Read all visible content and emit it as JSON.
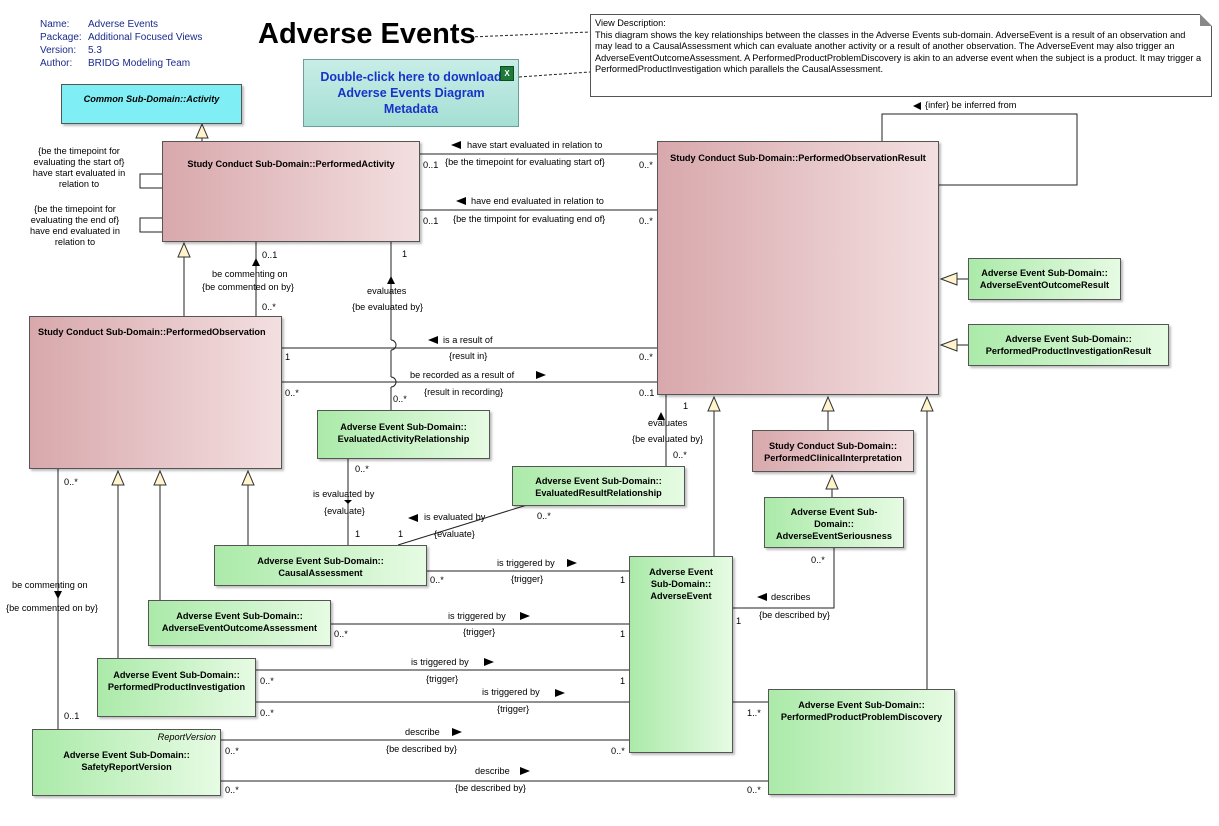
{
  "meta": {
    "name_key": "Name:",
    "name": "Adverse Events",
    "package_key": "Package:",
    "package": "Additional Focused Views",
    "version_key": "Version:",
    "version": "5.3",
    "author_key": "Author:",
    "author": "BRIDG Modeling Team"
  },
  "title": "Adverse Events",
  "download": {
    "lines": [
      "Double-click here to download",
      "Adverse Events Diagram",
      "Metadata"
    ],
    "icon": "excel-icon"
  },
  "note": {
    "heading": "View Description:",
    "text": "This diagram shows the key relationships between the classes in the Adverse Events sub-domain.  AdverseEvent is a result of an observation and may lead to a CausalAssessment which can evaluate another activity or a result of another observation.  The AdverseEvent may also trigger an AdverseEventOutcomeAssessment.  A PerformedProductProblemDiscovery is akin to an adverse event when the subject is a product.  It may trigger a PerformedProductInvestigation which parallels the CausalAssessment."
  },
  "classes": {
    "activity": "Common Sub-Domain::Activity",
    "performed_activity": "Study Conduct Sub-Domain::PerformedActivity",
    "performed_observation_result": "Study Conduct Sub-Domain::PerformedObservationResult",
    "performed_observation": "Study Conduct Sub-Domain::PerformedObservation",
    "ae_outcome_result": [
      "Adverse Event Sub-Domain::",
      "AdverseEventOutcomeResult"
    ],
    "pp_investigation_result": [
      "Adverse Event Sub-Domain::",
      "PerformedProductInvestigationResult"
    ],
    "evaluated_activity_rel": [
      "Adverse Event Sub-Domain::",
      "EvaluatedActivityRelationship"
    ],
    "evaluated_result_rel": [
      "Adverse Event Sub-Domain::",
      "EvaluatedResultRelationship"
    ],
    "clinical_interpretation": [
      "Study Conduct Sub-Domain::",
      "PerformedClinicalInterpretation"
    ],
    "ae_seriousness": [
      "Adverse Event Sub-",
      "Domain::",
      "AdverseEventSeriousness"
    ],
    "causal_assessment": [
      "Adverse Event Sub-Domain::",
      "CausalAssessment"
    ],
    "adverse_event": [
      "Adverse Event",
      "Sub-Domain::",
      "AdverseEvent"
    ],
    "ae_outcome_assessment": [
      "Adverse Event Sub-Domain::",
      "AdverseEventOutcomeAssessment"
    ],
    "pp_investigation": [
      "Adverse Event Sub-Domain::",
      "PerformedProductInvestigation"
    ],
    "pp_problem_discovery": [
      "Adverse Event Sub-Domain::",
      "PerformedProductProblemDiscovery"
    ],
    "safety_report_version": [
      "Adverse Event Sub-Domain::",
      "SafetyReportVersion"
    ],
    "safety_report_stereotype": "ReportVersion"
  },
  "labels": {
    "infer": "{infer} be inferred from",
    "start_rel": "have start evaluated in relation to",
    "start_role": "{be the timepoint for evaluating start of}",
    "end_rel": "have end evaluated in relation to",
    "end_role": "{be the timpoint for evaluating end of}",
    "left_start": [
      "{be the timepoint for",
      "evaluating the start of}",
      "have start evaluated in",
      "relation to"
    ],
    "left_end": [
      "{be the timepoint for",
      "evaluating the end of}",
      "have end evaluated in",
      "relation to"
    ],
    "commenting_on": "be commenting on",
    "commented_on_by": "{be commented on by}",
    "evaluates": "evaluates",
    "be_evaluated_by": "{be evaluated by}",
    "result_of": "is a result of",
    "result_in": "{result in}",
    "recorded_as": "be recorded as a result of",
    "result_in_recording": "{result in recording}",
    "is_evaluated_by": "is evaluated by",
    "evaluate": "{evaluate}",
    "is_triggered_by": "is triggered by",
    "trigger": "{trigger}",
    "describes": "describes",
    "be_described_by": "{be described by}",
    "describe": "describe",
    "m": {
      "zero_one": "0..1",
      "zero_many": "0..*",
      "one": "1",
      "one_many": "1..*"
    }
  },
  "colors": {
    "pink_dark": "#d8a8ac",
    "pink_light": "#f3dfe0",
    "green_dark": "#abeaa9",
    "green_light": "#e6fbe3",
    "cyan": "#7feef5",
    "link": "#1734c8"
  }
}
